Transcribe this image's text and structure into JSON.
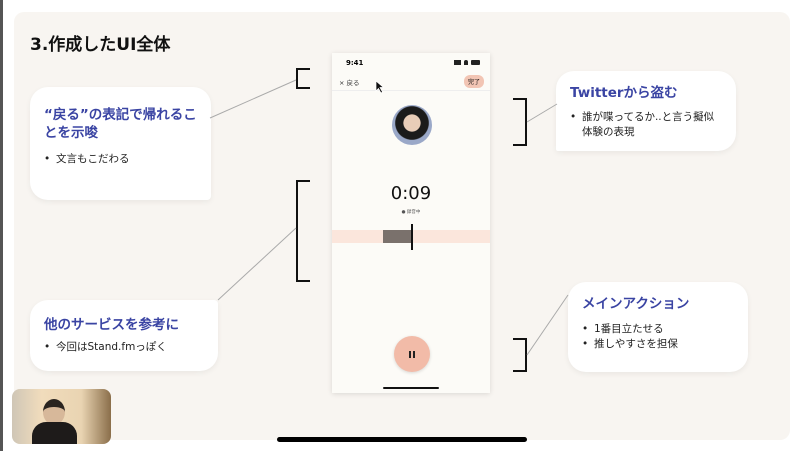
{
  "slide": {
    "title": "3.作成したUI全体"
  },
  "cards": [
    {
      "title": "“戻る”の表記で帰れることを示唆",
      "bullets": [
        "文言もこだわる"
      ]
    },
    {
      "title": "他のサービスを参考に",
      "bullets": [
        "今回はStand.fmっぽく"
      ]
    },
    {
      "title": "Twitterから盗む",
      "bullets": [
        "誰が喋ってるか..と言う擬似体験の表現"
      ]
    },
    {
      "title": "メインアクション",
      "bullets": [
        "1番目立たせる",
        "推しやすさを担保"
      ]
    }
  ],
  "phone": {
    "time": "9:41",
    "back_label": "× 戻る",
    "done_label": "完了",
    "timer": "0:09",
    "status": "● 録音中",
    "pause_icon": "pause-icon"
  },
  "colors": {
    "accent": "#3a44a3",
    "pause": "#f2bba8",
    "wave_band": "#fbe6dc"
  }
}
